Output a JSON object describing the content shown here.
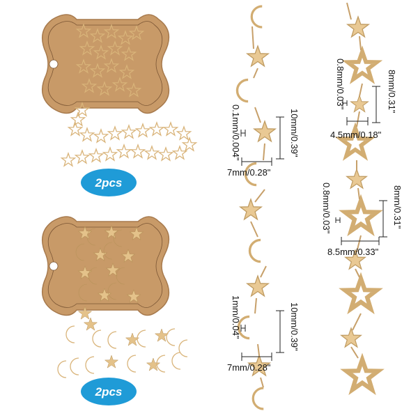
{
  "product": {
    "colors": {
      "card": "#c89a68",
      "card_edge": "#a77a4d",
      "card_line": "#7a5534",
      "gold": "#e4c28a",
      "gold_dark": "#b8935a",
      "badge": "#1f9bd7",
      "dim_line": "#222222"
    },
    "badges": [
      {
        "text": "2pcs"
      },
      {
        "text": "2pcs"
      }
    ],
    "dimensions": {
      "star_moon_chain": {
        "link_thickness_top": "0.1mm/0.004\"",
        "link_height_top": "10mm/0.39\"",
        "link_width_top": "7mm/0.28\"",
        "link_thickness_bottom": "1mm/0.04\"",
        "link_height_bottom": "10mm/0.39\"",
        "link_width_bottom": "7mm/0.28\""
      },
      "star_chain": {
        "small_thickness": "0.8mm/0.03\"",
        "small_height": "8mm/0.31\"",
        "small_width": "4.5mm/0.18\"",
        "large_thickness": "0.8mm/0.03\"",
        "large_height": "8mm/0.31\"",
        "large_width": "8.5mm/0.33\""
      }
    }
  }
}
